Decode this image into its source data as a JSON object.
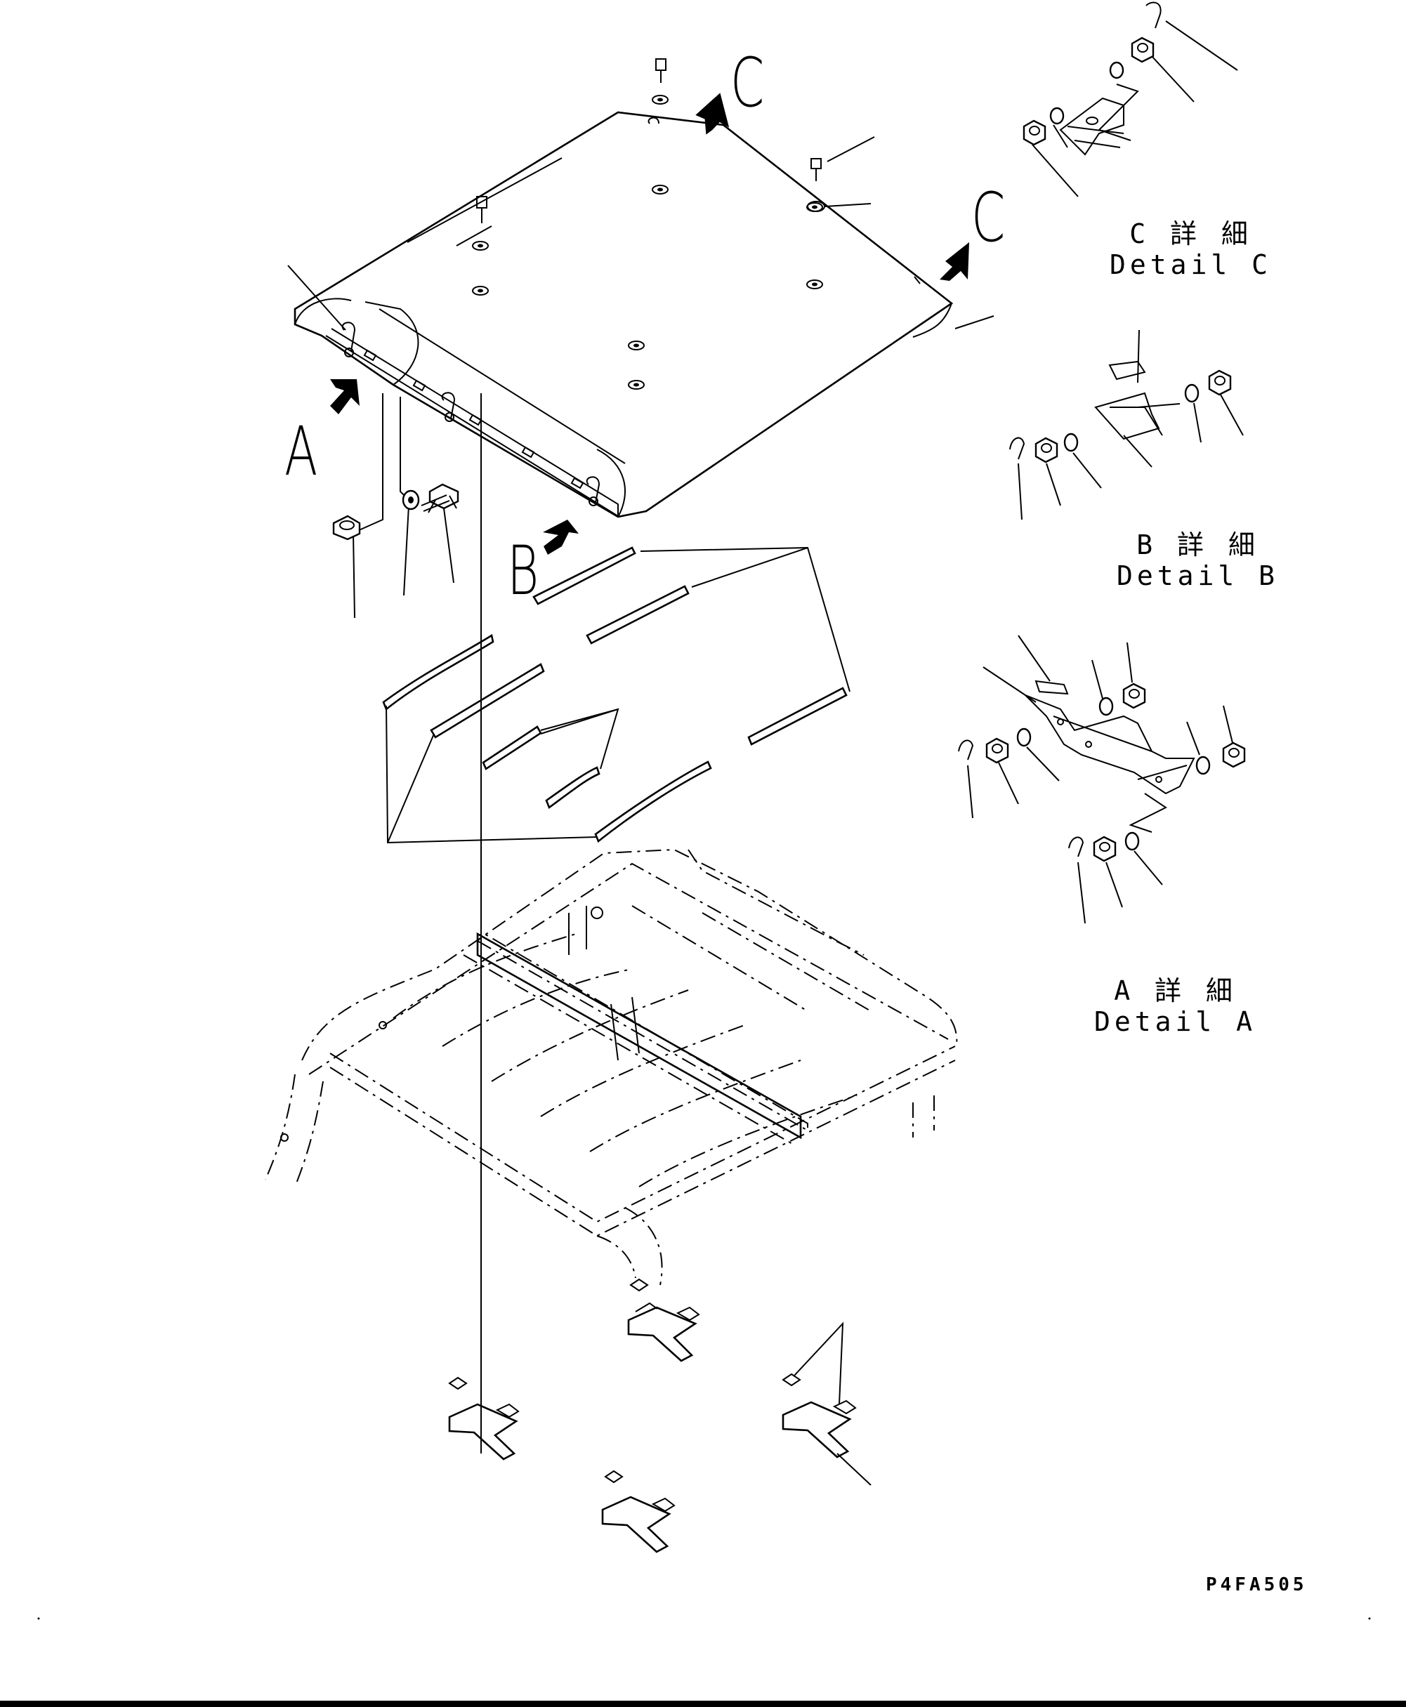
{
  "callouts": {
    "a": "A",
    "b": "B",
    "c_top": "C",
    "c_right": "C"
  },
  "details": {
    "c": {
      "jp": "C 詳 細",
      "en": "Detail C"
    },
    "b": {
      "jp": "B 詳 細",
      "en": "Detail B"
    },
    "a": {
      "jp": "A 詳 細",
      "en": "Detail A"
    }
  },
  "drawing_code": "P4FA505",
  "colors": {
    "ink": "#000000",
    "paper": "#ffffff"
  }
}
